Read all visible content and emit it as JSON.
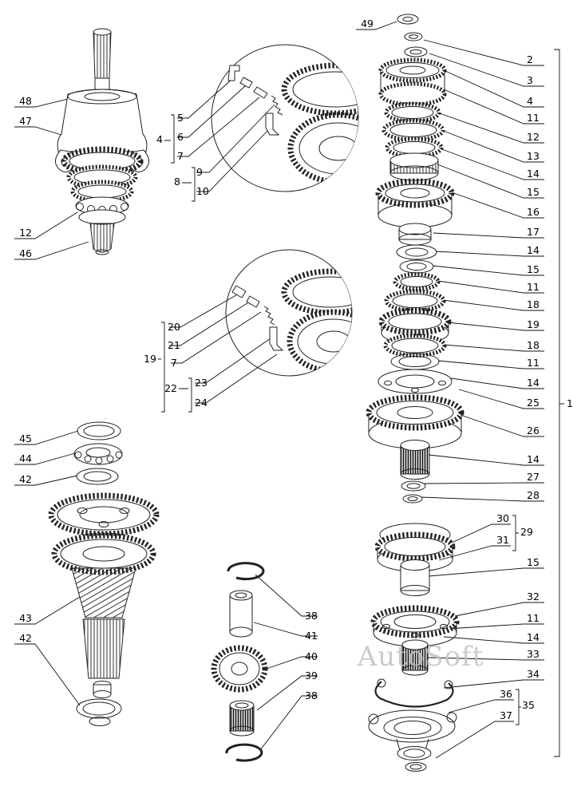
{
  "watermark": "AutoSoft",
  "callouts": {
    "left_top": [
      "48",
      "47",
      "12",
      "46"
    ],
    "left_bottom": [
      "45",
      "44",
      "42",
      "43",
      "42"
    ],
    "detail_upper": {
      "group_label": "4",
      "items": [
        "5",
        "6",
        "7"
      ],
      "group2_label": "8",
      "items2": [
        "9",
        "10"
      ]
    },
    "detail_lower": {
      "group_label": "19",
      "items": [
        "20",
        "21",
        "7"
      ],
      "group2_label": "22",
      "items2": [
        "23",
        "24"
      ]
    },
    "shaft_top": [
      "49",
      "2",
      "3",
      "4",
      "11",
      "12",
      "13",
      "14",
      "15",
      "16",
      "17",
      "14",
      "15",
      "11",
      "18",
      "19",
      "18",
      "11",
      "14",
      "25",
      "26",
      "14",
      "27",
      "28"
    ],
    "group_29": {
      "group_label": "29",
      "items": [
        "30",
        "31"
      ]
    },
    "shaft_bottom": [
      "15",
      "32",
      "11",
      "14",
      "33",
      "34"
    ],
    "group_35": {
      "group_label": "35",
      "items": [
        "36",
        "37"
      ]
    },
    "idler_parts": [
      "38",
      "41",
      "40",
      "39",
      "38"
    ],
    "assembly": "1"
  }
}
